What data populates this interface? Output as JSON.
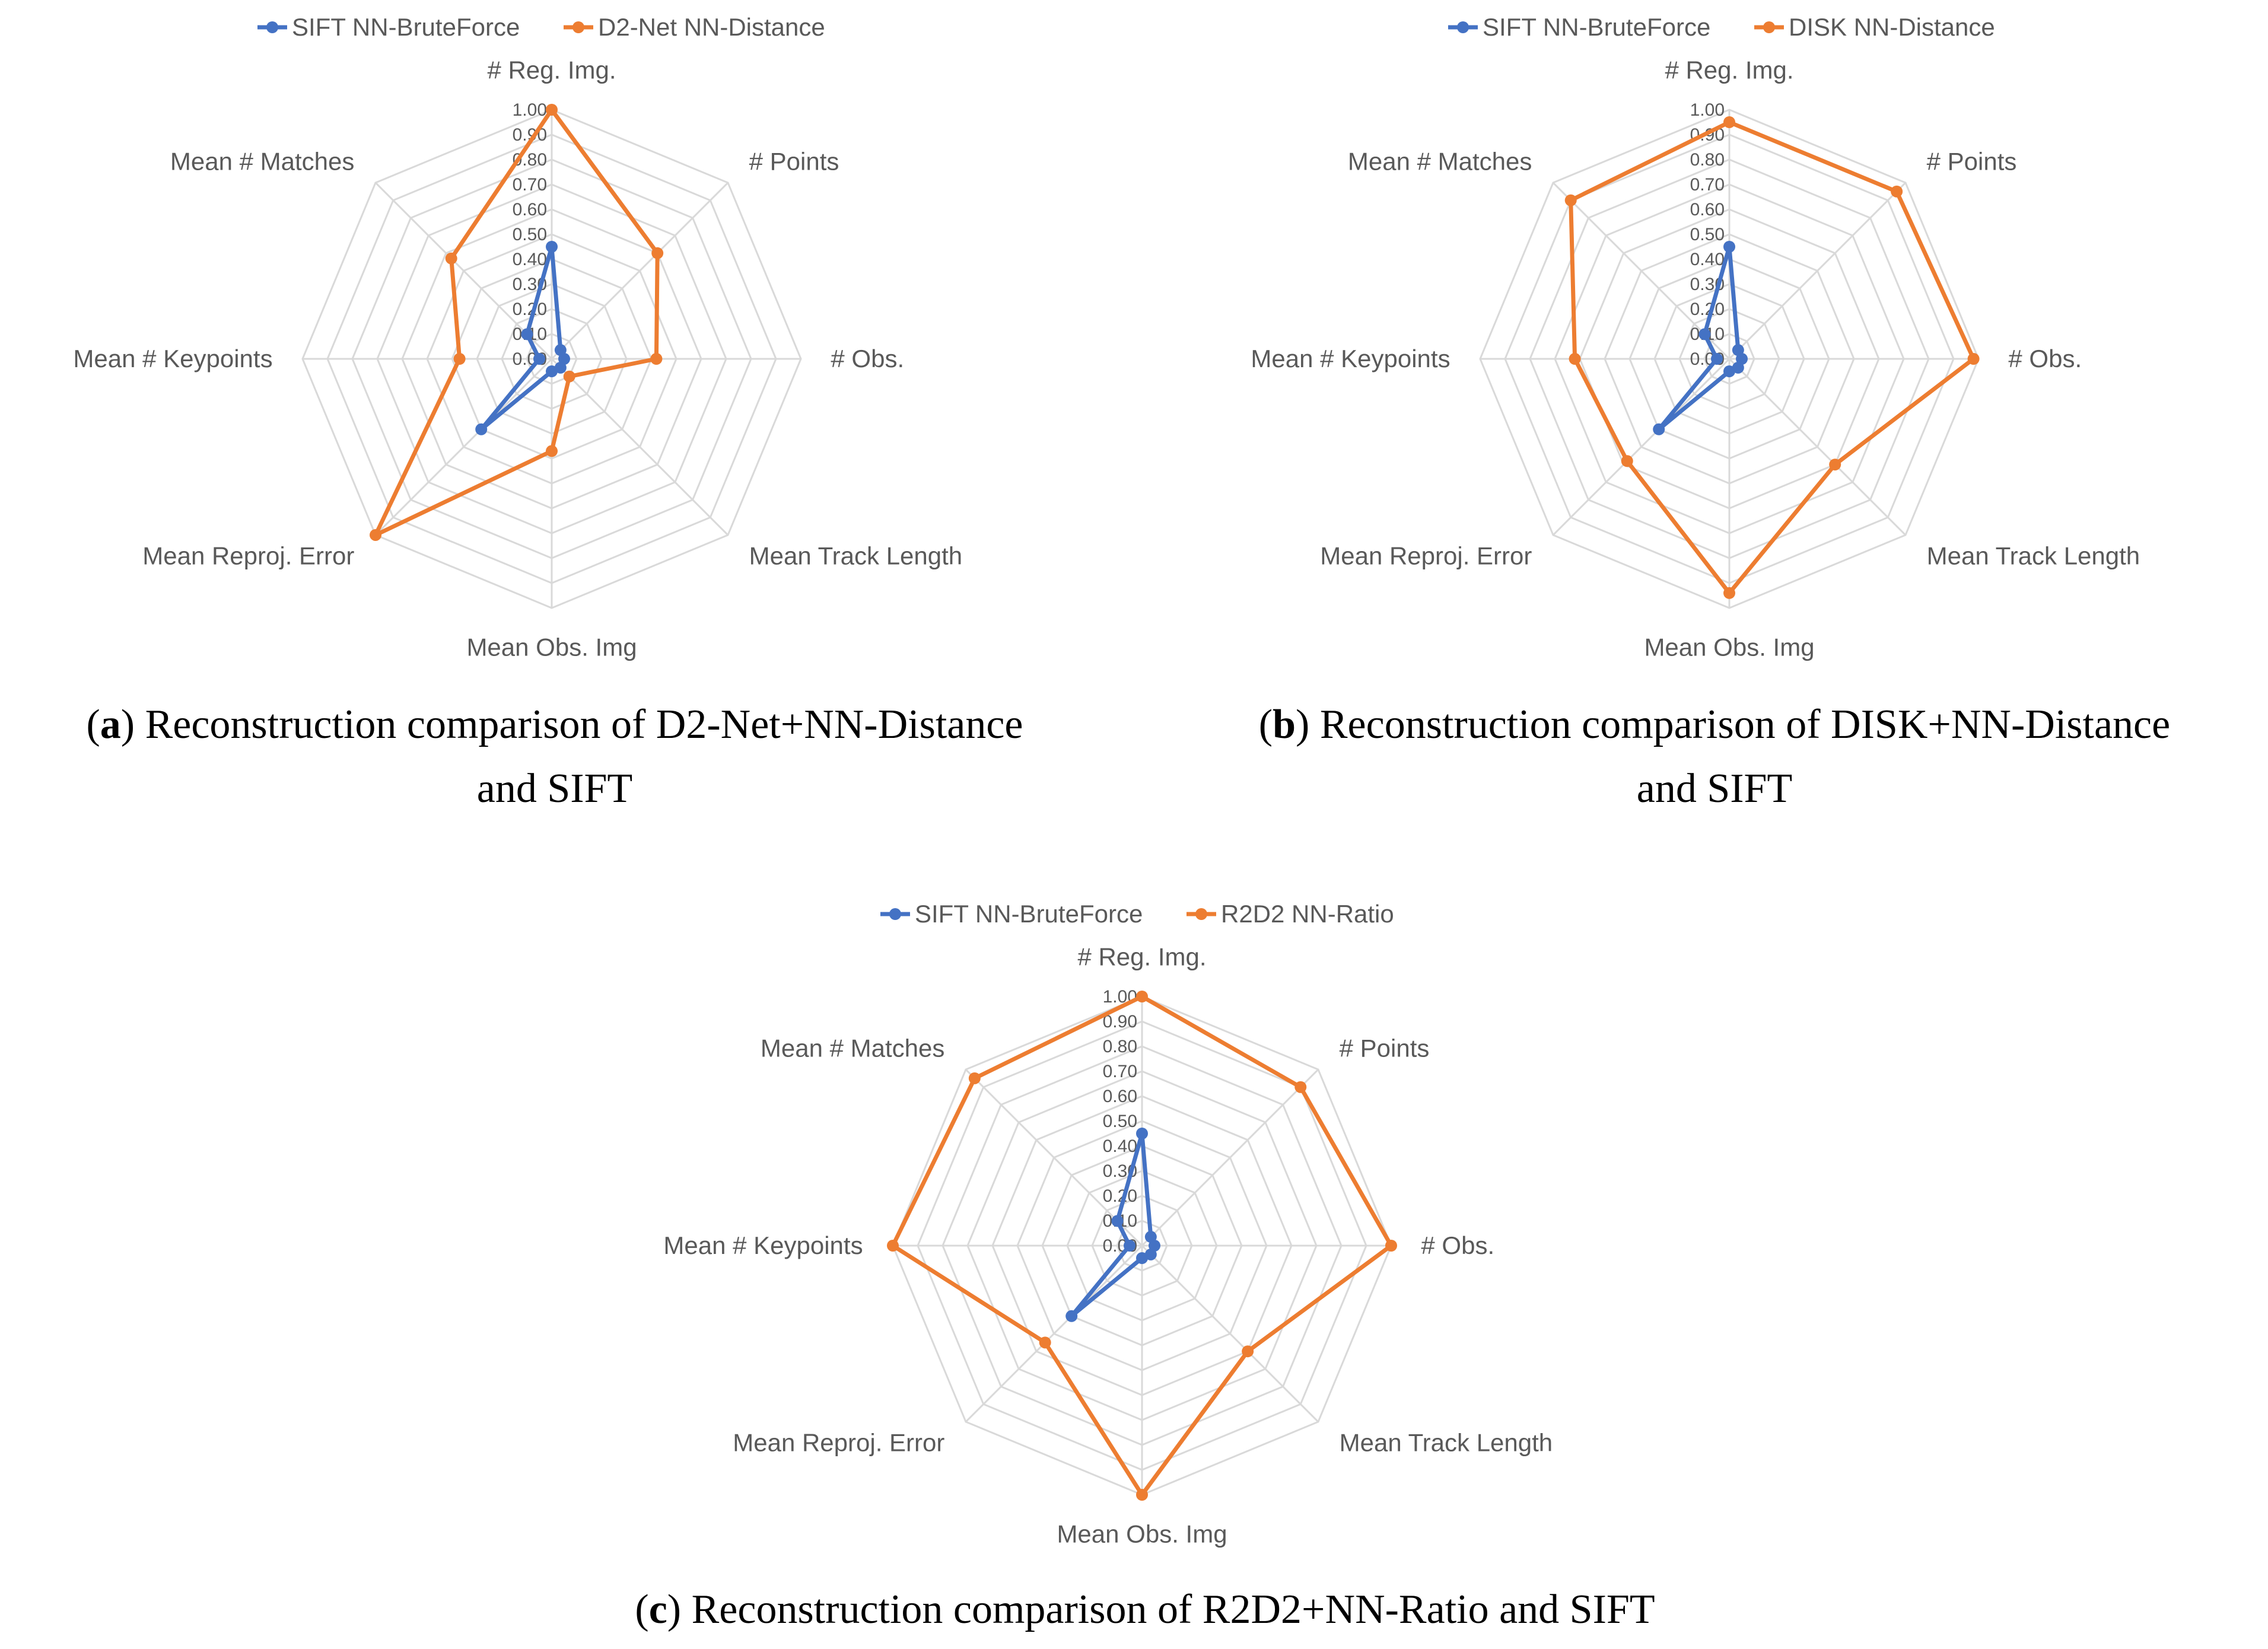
{
  "colors": {
    "sift": "#4472C4",
    "other": "#ED7D31",
    "grid": "#D9D9D9",
    "text": "#595959"
  },
  "charts": [
    {
      "caption_letter": "a",
      "caption_text": "Reconstruction comparison of D2-Net+NN-Distance and SIFT",
      "caption_line1": "Reconstruction comparison of D2-Net+NN-Distance",
      "caption_line2": "and SIFT"
    },
    {
      "caption_letter": "b",
      "caption_line1": "Reconstruction comparison of DISK+NN-Distance",
      "caption_line2": "and SIFT"
    },
    {
      "caption_letter": "c",
      "caption_line1": "Reconstruction comparison of R2D2+NN-Ratio and SIFT",
      "caption_line2": ""
    }
  ],
  "chart_data": [
    {
      "type": "radar",
      "categories": [
        "# Reg. Img.",
        "# Points",
        "# Obs.",
        "Mean Track Length",
        "Mean Obs. Img",
        "Mean Reproj. Error",
        "Mean # Keypoints",
        "Mean # Matches"
      ],
      "ticks": [
        "0.00",
        "0.10",
        "0.20",
        "0.30",
        "0.40",
        "0.50",
        "0.60",
        "0.70",
        "0.80",
        "0.90",
        "1.00"
      ],
      "rlim": [
        0,
        1
      ],
      "legend_position": "top",
      "series": [
        {
          "name": "SIFT NN-BruteForce",
          "values": [
            0.45,
            0.05,
            0.05,
            0.05,
            0.05,
            0.4,
            0.05,
            0.14
          ]
        },
        {
          "name": "D2-Net NN-Distance",
          "values": [
            1.0,
            0.6,
            0.42,
            0.1,
            0.37,
            1.0,
            0.37,
            0.57
          ]
        }
      ]
    },
    {
      "type": "radar",
      "categories": [
        "# Reg. Img.",
        "# Points",
        "# Obs.",
        "Mean Track Length",
        "Mean Obs. Img",
        "Mean Reproj. Error",
        "Mean # Keypoints",
        "Mean # Matches"
      ],
      "ticks": [
        "0.00",
        "0.10",
        "0.20",
        "0.30",
        "0.40",
        "0.50",
        "0.60",
        "0.70",
        "0.80",
        "0.90",
        "1.00"
      ],
      "rlim": [
        0,
        1
      ],
      "legend_position": "top",
      "series": [
        {
          "name": "SIFT NN-BruteForce",
          "values": [
            0.45,
            0.05,
            0.05,
            0.05,
            0.05,
            0.4,
            0.05,
            0.14
          ]
        },
        {
          "name": "DISK NN-Distance",
          "values": [
            0.95,
            0.95,
            0.98,
            0.6,
            0.94,
            0.58,
            0.62,
            0.9
          ]
        }
      ]
    },
    {
      "type": "radar",
      "categories": [
        "# Reg. Img.",
        "# Points",
        "# Obs.",
        "Mean Track Length",
        "Mean Obs. Img",
        "Mean Reproj. Error",
        "Mean # Keypoints",
        "Mean # Matches"
      ],
      "ticks": [
        "0.00",
        "0.10",
        "0.20",
        "0.30",
        "0.40",
        "0.50",
        "0.60",
        "0.70",
        "0.80",
        "0.90",
        "1.00"
      ],
      "rlim": [
        0,
        1
      ],
      "legend_position": "top",
      "series": [
        {
          "name": "SIFT NN-BruteForce",
          "values": [
            0.45,
            0.05,
            0.05,
            0.05,
            0.05,
            0.4,
            0.05,
            0.14
          ]
        },
        {
          "name": "R2D2 NN-Ratio",
          "values": [
            1.0,
            0.9,
            1.0,
            0.6,
            1.0,
            0.55,
            1.0,
            0.95
          ]
        }
      ]
    }
  ]
}
